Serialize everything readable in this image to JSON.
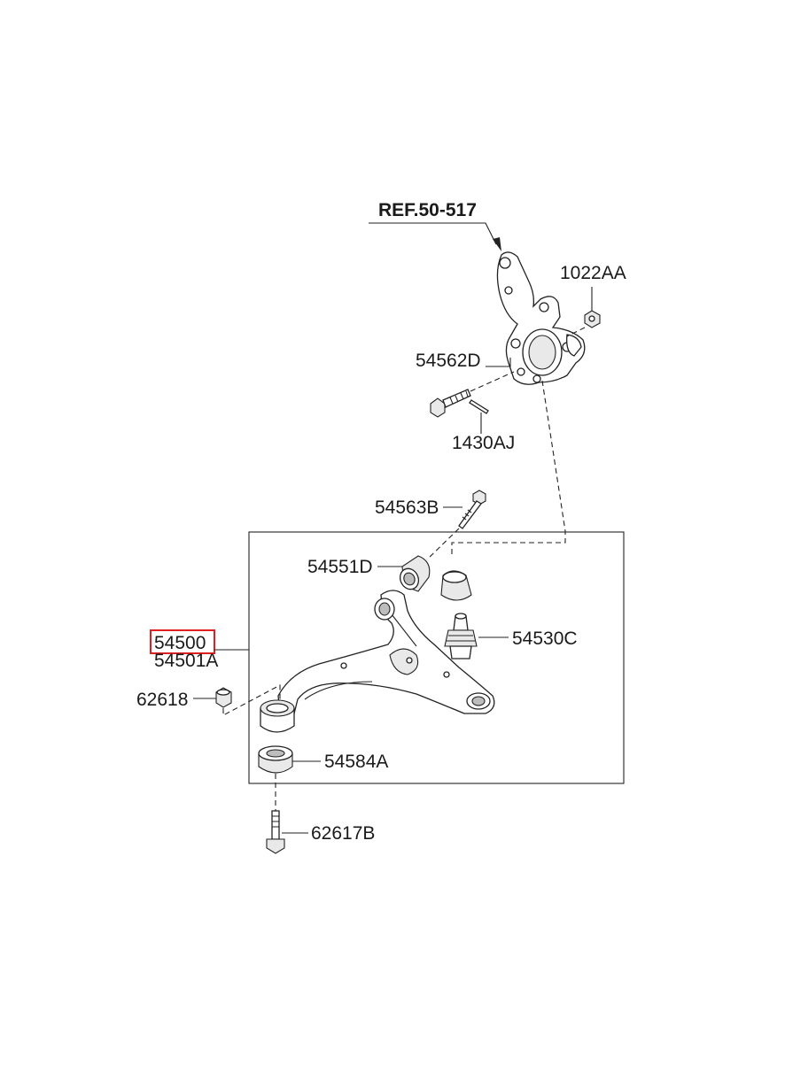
{
  "reference": {
    "text": "REF.50-517"
  },
  "parts": {
    "p1022AA": "1022AA",
    "p54562D": "54562D",
    "p1430AJ": "1430AJ",
    "p54563B": "54563B",
    "p54551D": "54551D",
    "p54530C": "54530C",
    "p54500": "54500",
    "p54501A": "54501A",
    "p62618": "62618",
    "p54584A": "54584A",
    "p62617B": "62617B"
  },
  "colors": {
    "highlight": "#e02020",
    "line": "#222222",
    "background": "#ffffff"
  }
}
